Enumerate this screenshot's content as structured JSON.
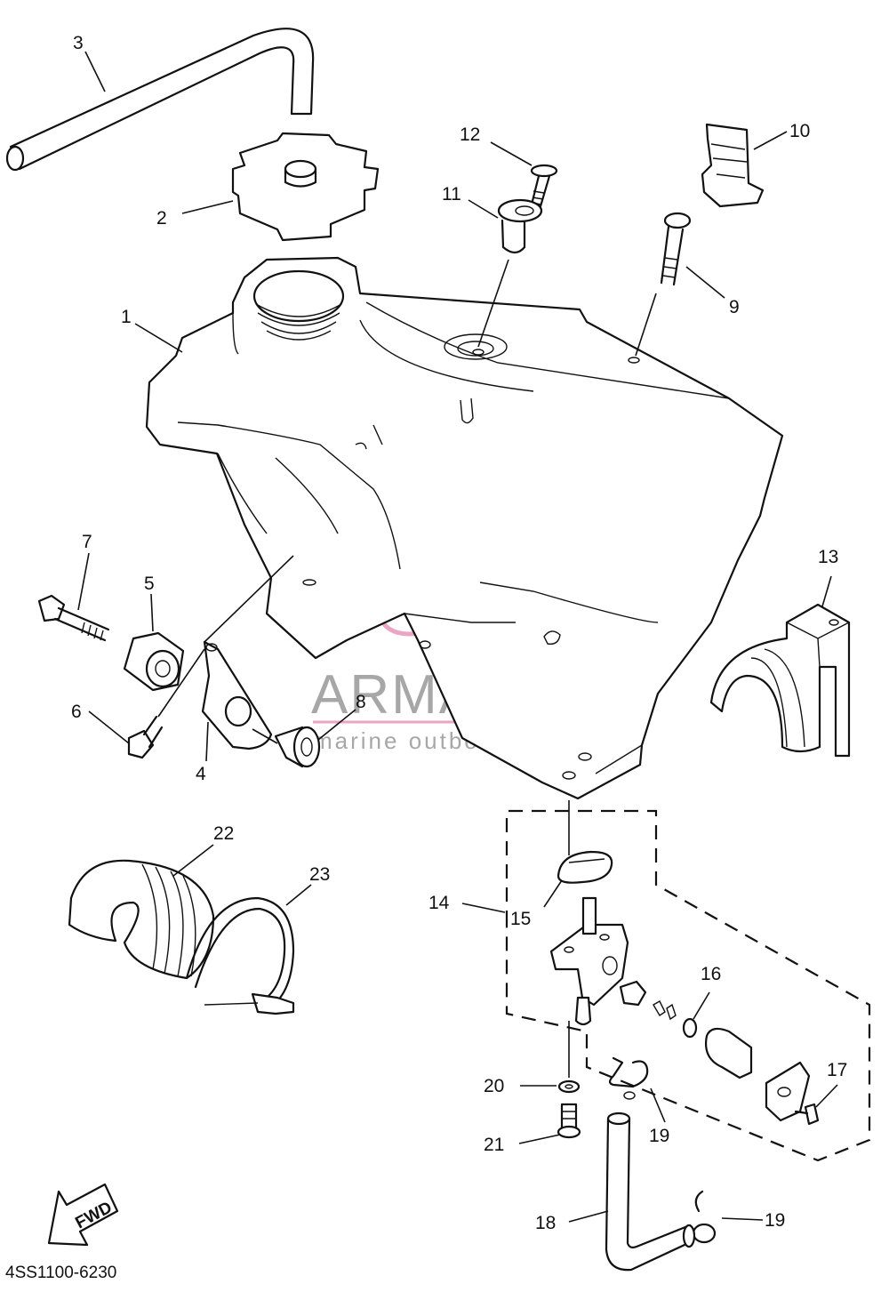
{
  "diagram_code": "4SS1100-6230",
  "watermark": {
    "brand": "ARMADA",
    "tagline": "marine outboards",
    "accent_color": "#e58fb7"
  },
  "fwd_label": "FWD",
  "callouts": {
    "c1": "1",
    "c2": "2",
    "c3": "3",
    "c4": "4",
    "c5": "5",
    "c6": "6",
    "c7": "7",
    "c8": "8",
    "c9": "9",
    "c10": "10",
    "c11": "11",
    "c12": "12",
    "c13": "13",
    "c14": "14",
    "c15": "15",
    "c16": "16",
    "c17": "17",
    "c18": "18",
    "c19a": "19",
    "c19b": "19",
    "c20": "20",
    "c21": "21",
    "c22": "22",
    "c23": "23"
  }
}
